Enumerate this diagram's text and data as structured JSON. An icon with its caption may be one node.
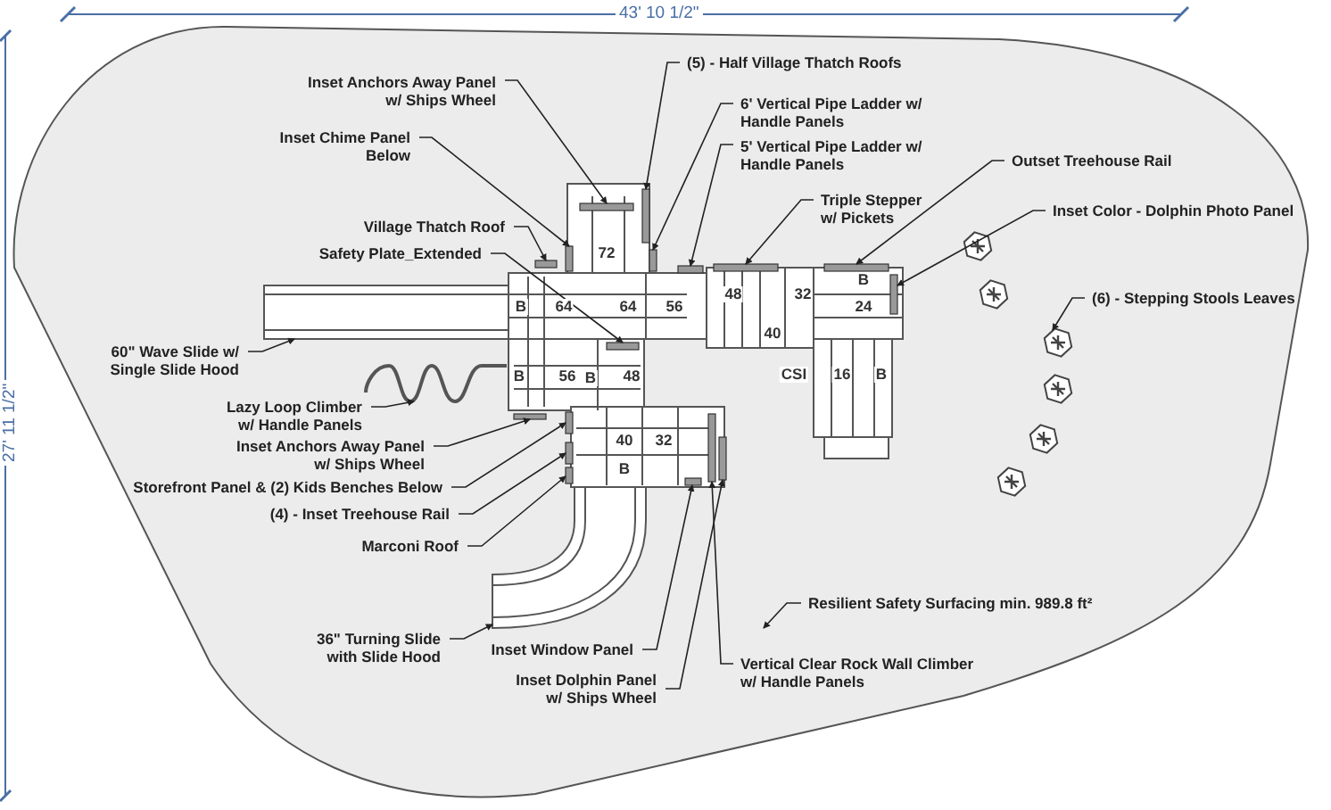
{
  "diagram": {
    "nodes": [
      {
        "text": [],
        "shape": "area"
      },
      {
        "text": [
          "Inset Anchors Away Panel w/ Ships Wheel"
        ],
        "in": 0
      },
      {
        "text": [
          "(5) - Half Village Thatch Roofs"
        ],
        "in": 0
      },
      {
        "text": [
          "6' Vertical Pipe Ladder w/ Handle Panels"
        ],
        "in": 0
      },
      {
        "text": [
          "5' Vertical Pipe Ladder w/ Handle Panels"
        ],
        "in": 0
      },
      {
        "text": [
          "Inset Chime Panel Below"
        ],
        "in": 0
      },
      {
        "text": [
          "Outset Treehouse Rail"
        ],
        "in": 0
      },
      {
        "text": [
          "Triple Stepper w/ Pickets"
        ],
        "in": 0
      },
      {
        "text": [
          "Inset Color - Dolphin Photo Panel"
        ],
        "in": 0
      },
      {
        "text": [
          "Village Thatch Roof"
        ],
        "in": 0
      },
      {
        "text": [
          "Safety Plate_Extended"
        ],
        "in": 0
      },
      {
        "text": [
          "(6) - Stepping Stools Leaves"
        ],
        "in": 0
      },
      {
        "text": [
          "60\" Wave Slide w/ Single Slide Hood"
        ],
        "in": 0
      },
      {
        "text": [
          "Lazy Loop Climber w/ Handle Panels"
        ],
        "in": 0
      },
      {
        "text": [
          "Inset Anchors Away Panel w/ Ships Wheel"
        ],
        "in": 0
      },
      {
        "text": [
          "Storefront Panel & (2) Kids Benches Below"
        ],
        "in": 0
      },
      {
        "text": [
          "(4) - Inset Treehouse Rail"
        ],
        "in": 0
      },
      {
        "text": [
          "Marconi Roof"
        ],
        "in": 0
      },
      {
        "text": [
          "Resilient Safety Surfacing min. 989.8 ft²"
        ],
        "in": 0
      },
      {
        "text": [
          "36\" Turning Slide with Slide Hood"
        ],
        "in": 0
      },
      {
        "text": [
          "Inset Window Panel"
        ],
        "in": 0
      },
      {
        "text": [
          "Vertical Clear Rock Wall Climber w/ Handle Panels"
        ],
        "in": 0
      },
      {
        "text": [
          "Inset Dolphin Panel w/ Ships Wheel"
        ],
        "in": 0
      },
      {
        "text": [],
        "shape": "bar",
        "in": 0
      },
      {
        "text": [],
        "shape": "bar",
        "in": 0
      },
      {
        "text": [],
        "shape": "bar",
        "in": 0
      },
      {
        "text": [],
        "shape": "bar",
        "in": 0
      },
      {
        "text": [],
        "shape": "bar",
        "in": 0
      },
      {
        "text": [],
        "shape": "bar",
        "in": 0
      },
      {
        "text": [],
        "shape": "bar",
        "in": 0
      },
      {
        "text": [],
        "shape": "bar",
        "in": 0
      },
      {
        "text": [],
        "shape": "bar",
        "in": 0
      },
      {
        "text": [],
        "shape": "bar",
        "in": 0
      },
      {
        "text": [],
        "shape": "hexagon",
        "in": 0
      },
      {
        "text": [],
        "shape": "hexagon",
        "in": 0
      },
      {
        "text": [],
        "shape": "hexagon",
        "in": 0
      },
      {
        "text": [],
        "shape": "hexagon",
        "in": 0
      },
      {
        "text": [],
        "shape": "hexagon",
        "in": 0
      },
      {
        "text": [],
        "shape": "hexagon",
        "in": 0
      },
      {
        "text": [],
        "shape": "slide",
        "in": 0
      },
      {
        "text": [],
        "shape": "loop",
        "in": 0
      },
      {
        "text": [],
        "shape": "bar",
        "in": 0
      },
      {
        "text": [],
        "shape": "bar",
        "in": 0
      },
      {
        "text": [],
        "shape": "bar",
        "in": 0
      },
      {
        "text": [],
        "shape": "bar",
        "in": 0
      },
      {
        "text": [],
        "shape": "slide",
        "in": 0
      },
      {
        "text": [],
        "shape": "bar",
        "in": 0
      },
      {
        "text": [],
        "shape": "bar",
        "in": 0
      },
      {
        "text": [],
        "shape": "bar",
        "in": 0
      }
    ],
    "edges": [
      {
        "from": 1,
        "to": 23,
        "arrow": "to"
      },
      {
        "from": 2,
        "to": 24,
        "arrow": "to"
      },
      {
        "from": 3,
        "to": 25,
        "arrow": "to"
      },
      {
        "from": 4,
        "to": 26,
        "arrow": "to"
      },
      {
        "from": 5,
        "to": 27,
        "arrow": "to"
      },
      {
        "from": 6,
        "to": 28,
        "arrow": "to"
      },
      {
        "from": 7,
        "to": 29,
        "arrow": "to"
      },
      {
        "from": 8,
        "to": 30,
        "arrow": "to"
      },
      {
        "from": 9,
        "to": 31,
        "arrow": "to"
      },
      {
        "from": 10,
        "to": 32,
        "arrow": "to"
      },
      {
        "from": 11,
        "to": 35,
        "arrow": "to"
      },
      {
        "from": 12,
        "to": 39,
        "arrow": "to"
      },
      {
        "from": 13,
        "to": 40,
        "arrow": "to"
      },
      {
        "from": 14,
        "to": 41,
        "arrow": "to"
      },
      {
        "from": 15,
        "to": 42,
        "arrow": "to"
      },
      {
        "from": 16,
        "to": 43,
        "arrow": "to"
      },
      {
        "from": 17,
        "to": 44,
        "arrow": "to"
      },
      {
        "from": 18,
        "to": 0,
        "arrow": "to"
      },
      {
        "from": 19,
        "to": 45,
        "arrow": "to"
      },
      {
        "from": 20,
        "to": 46,
        "arrow": "to"
      },
      {
        "from": 21,
        "to": 47,
        "arrow": "to"
      },
      {
        "from": 22,
        "to": 48,
        "arrow": "to"
      }
    ],
    "labels": [
      "43' 10 1/2\"",
      "27' 11 1/2\"",
      "72",
      "B",
      "48",
      "32",
      "B",
      "64",
      "64",
      "56",
      "24",
      "40",
      "B",
      "56",
      "B",
      "48",
      "CSI",
      "16",
      "B",
      "40",
      "32",
      "B"
    ]
  }
}
